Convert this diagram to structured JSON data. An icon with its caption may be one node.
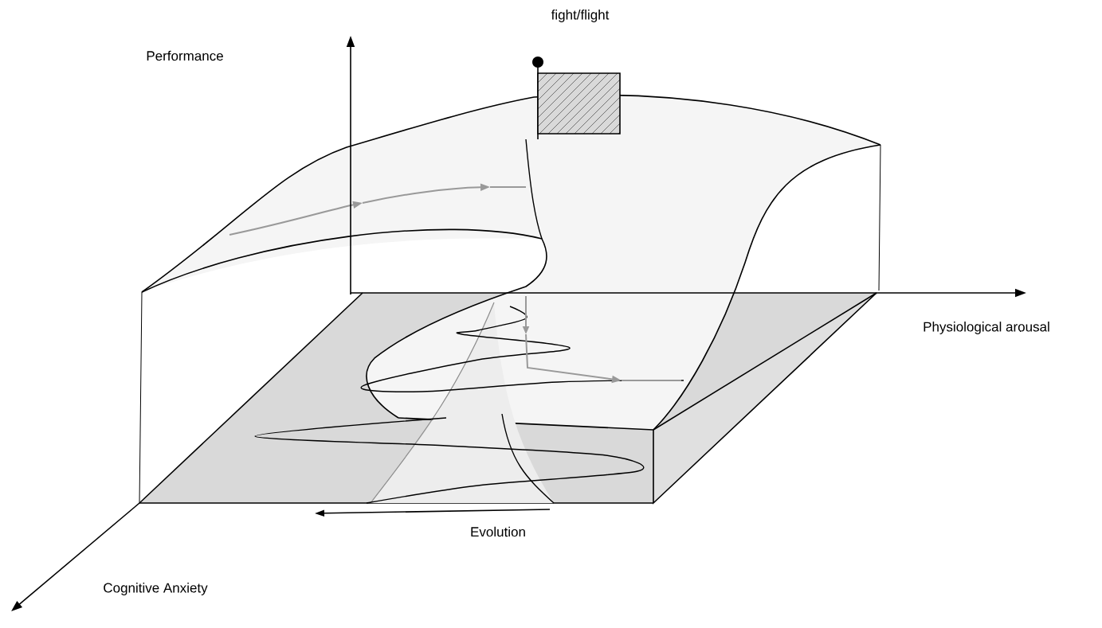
{
  "diagram": {
    "labels": [
      "Performance",
      "fight/flight",
      "Physiological arousal",
      "Evolution",
      "Cognitive Anxiety"
    ]
  }
}
